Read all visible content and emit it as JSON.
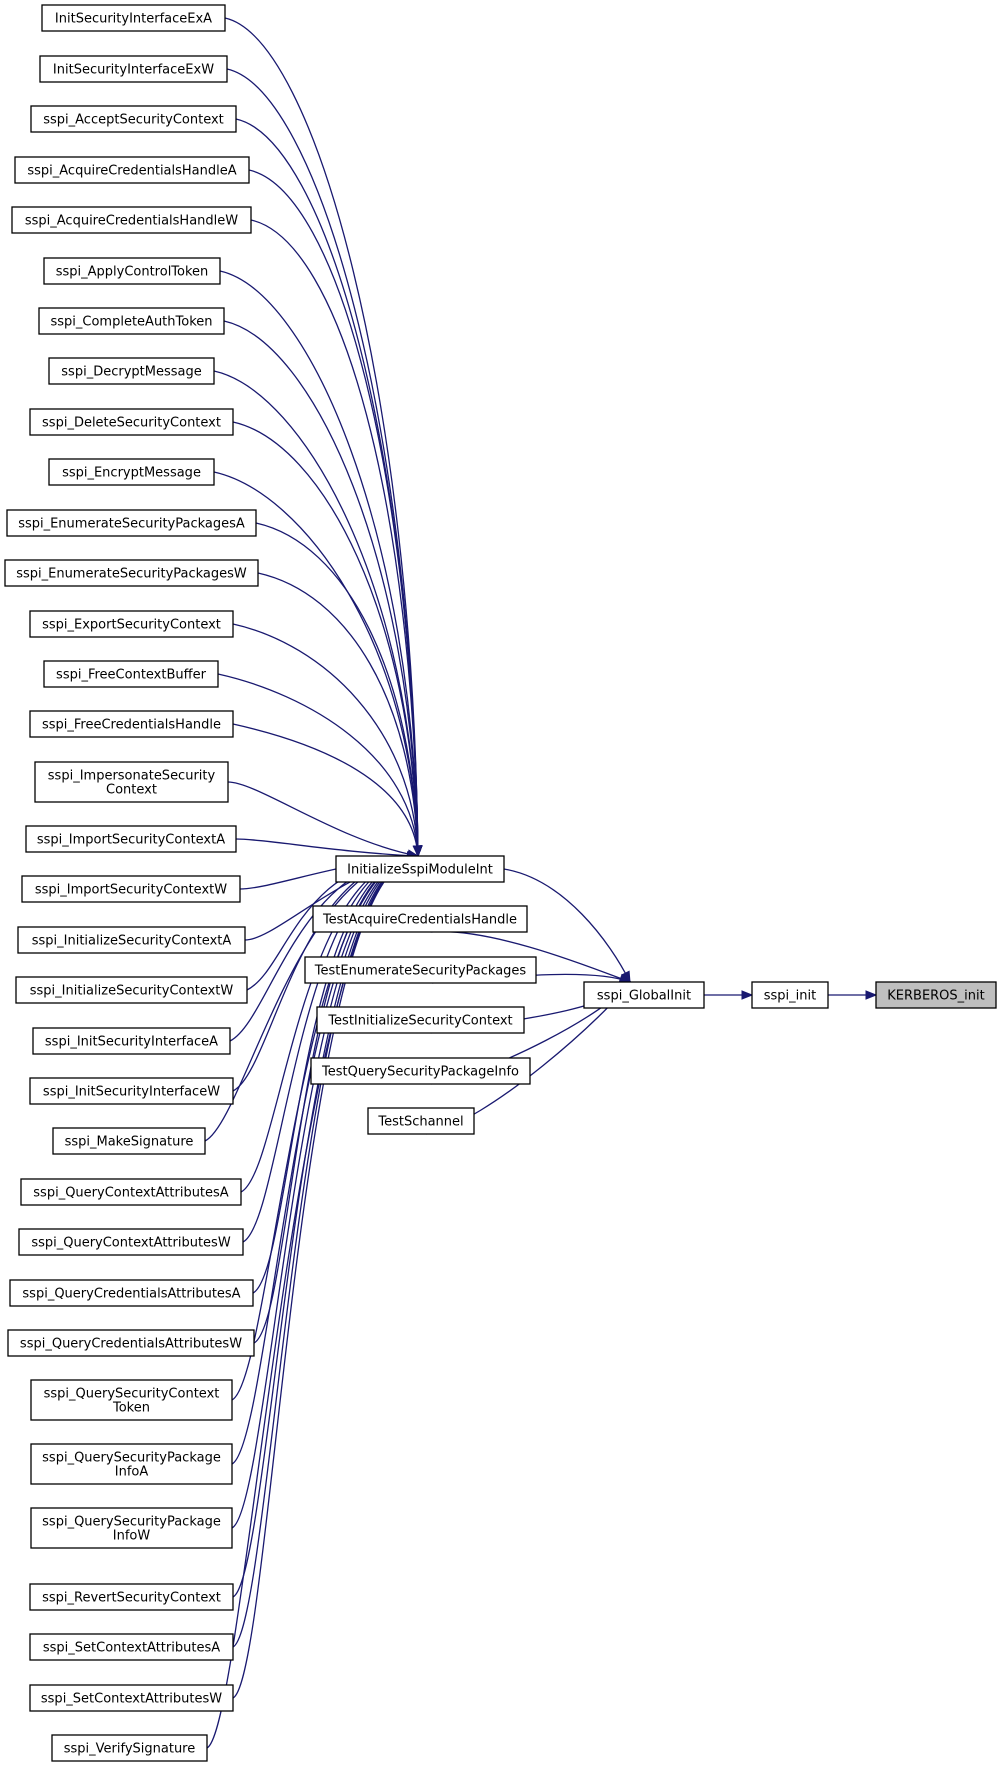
{
  "graph": {
    "root": {
      "id": "kerberos_init",
      "label": "KERBEROS_init"
    },
    "sspi_init": {
      "id": "sspi_init",
      "label": "sspi_init"
    },
    "global_init": {
      "id": "sspi_globalinit",
      "label": "sspi_GlobalInit"
    },
    "module_init": {
      "id": "initializesspimoduleint",
      "label": "InitializeSspiModuleInt"
    },
    "tests": [
      {
        "id": "testacquirecredentialshandle",
        "label": "TestAcquireCredentialsHandle"
      },
      {
        "id": "testenumeratesecuritypackages",
        "label": "TestEnumerateSecurityPackages"
      },
      {
        "id": "testinitializesecuritycontext",
        "label": "TestInitializeSecurityContext"
      },
      {
        "id": "testquerysecuritypackageinfo",
        "label": "TestQuerySecurityPackageInfo"
      },
      {
        "id": "testschannel",
        "label": "TestSchannel"
      }
    ],
    "callers": [
      {
        "id": "initsecurityinterfaceexa",
        "label": "InitSecurityInterfaceExA"
      },
      {
        "id": "initsecurityinterfaceexw",
        "label": "InitSecurityInterfaceExW"
      },
      {
        "id": "sspi_acceptsecuritycontext",
        "label": "sspi_AcceptSecurityContext"
      },
      {
        "id": "sspi_acquirecredentialshandlea",
        "label": "sspi_AcquireCredentialsHandleA"
      },
      {
        "id": "sspi_acquirecredentialshandlew",
        "label": "sspi_AcquireCredentialsHandleW"
      },
      {
        "id": "sspi_applycontroltoken",
        "label": "sspi_ApplyControlToken"
      },
      {
        "id": "sspi_completeauthtoken",
        "label": "sspi_CompleteAuthToken"
      },
      {
        "id": "sspi_decryptmessage",
        "label": "sspi_DecryptMessage"
      },
      {
        "id": "sspi_deletesecuritycontext",
        "label": "sspi_DeleteSecurityContext"
      },
      {
        "id": "sspi_encryptmessage",
        "label": "sspi_EncryptMessage"
      },
      {
        "id": "sspi_enumeratesecuritypackagesa",
        "label": "sspi_EnumerateSecurityPackagesA"
      },
      {
        "id": "sspi_enumeratesecuritypackagesw",
        "label": "sspi_EnumerateSecurityPackagesW"
      },
      {
        "id": "sspi_exportsecuritycontext",
        "label": "sspi_ExportSecurityContext"
      },
      {
        "id": "sspi_freecontextbuffer",
        "label": "sspi_FreeContextBuffer"
      },
      {
        "id": "sspi_freecredentialshandle",
        "label": "sspi_FreeCredentialsHandle"
      },
      {
        "id": "sspi_impersonatesecuritycontext",
        "label": "sspi_ImpersonateSecurity\nContext"
      },
      {
        "id": "sspi_importsecuritycontexta",
        "label": "sspi_ImportSecurityContextA"
      },
      {
        "id": "sspi_importsecuritycontextw",
        "label": "sspi_ImportSecurityContextW"
      },
      {
        "id": "sspi_initializesecuritycontexta",
        "label": "sspi_InitializeSecurityContextA"
      },
      {
        "id": "sspi_initializesecuritycontextw",
        "label": "sspi_InitializeSecurityContextW"
      },
      {
        "id": "sspi_initsecurityinterfacea",
        "label": "sspi_InitSecurityInterfaceA"
      },
      {
        "id": "sspi_initsecurityinterfacew",
        "label": "sspi_InitSecurityInterfaceW"
      },
      {
        "id": "sspi_makesignature",
        "label": "sspi_MakeSignature"
      },
      {
        "id": "sspi_querycontextattributesa",
        "label": "sspi_QueryContextAttributesA"
      },
      {
        "id": "sspi_querycontextattributesw",
        "label": "sspi_QueryContextAttributesW"
      },
      {
        "id": "sspi_querycredentialsattributesa",
        "label": "sspi_QueryCredentialsAttributesA"
      },
      {
        "id": "sspi_querycredentialsattributesw",
        "label": "sspi_QueryCredentialsAttributesW"
      },
      {
        "id": "sspi_querysecuritycontexttoken",
        "label": "sspi_QuerySecurityContext\nToken"
      },
      {
        "id": "sspi_querysecuritypackageinfoa",
        "label": "sspi_QuerySecurityPackage\nInfoA"
      },
      {
        "id": "sspi_querysecuritypackageinfow",
        "label": "sspi_QuerySecurityPackage\nInfoW"
      },
      {
        "id": "sspi_revertsecuritycontext",
        "label": "sspi_RevertSecurityContext"
      },
      {
        "id": "sspi_setcontextattributesa",
        "label": "sspi_SetContextAttributesA"
      },
      {
        "id": "sspi_setcontextattributesw",
        "label": "sspi_SetContextAttributesW"
      },
      {
        "id": "sspi_verifysignature",
        "label": "sspi_VerifySignature"
      }
    ]
  },
  "colors": {
    "edge": "#191970",
    "root_fill": "#bfbfbf",
    "node_fill": "#ffffff",
    "node_stroke": "#000000"
  }
}
